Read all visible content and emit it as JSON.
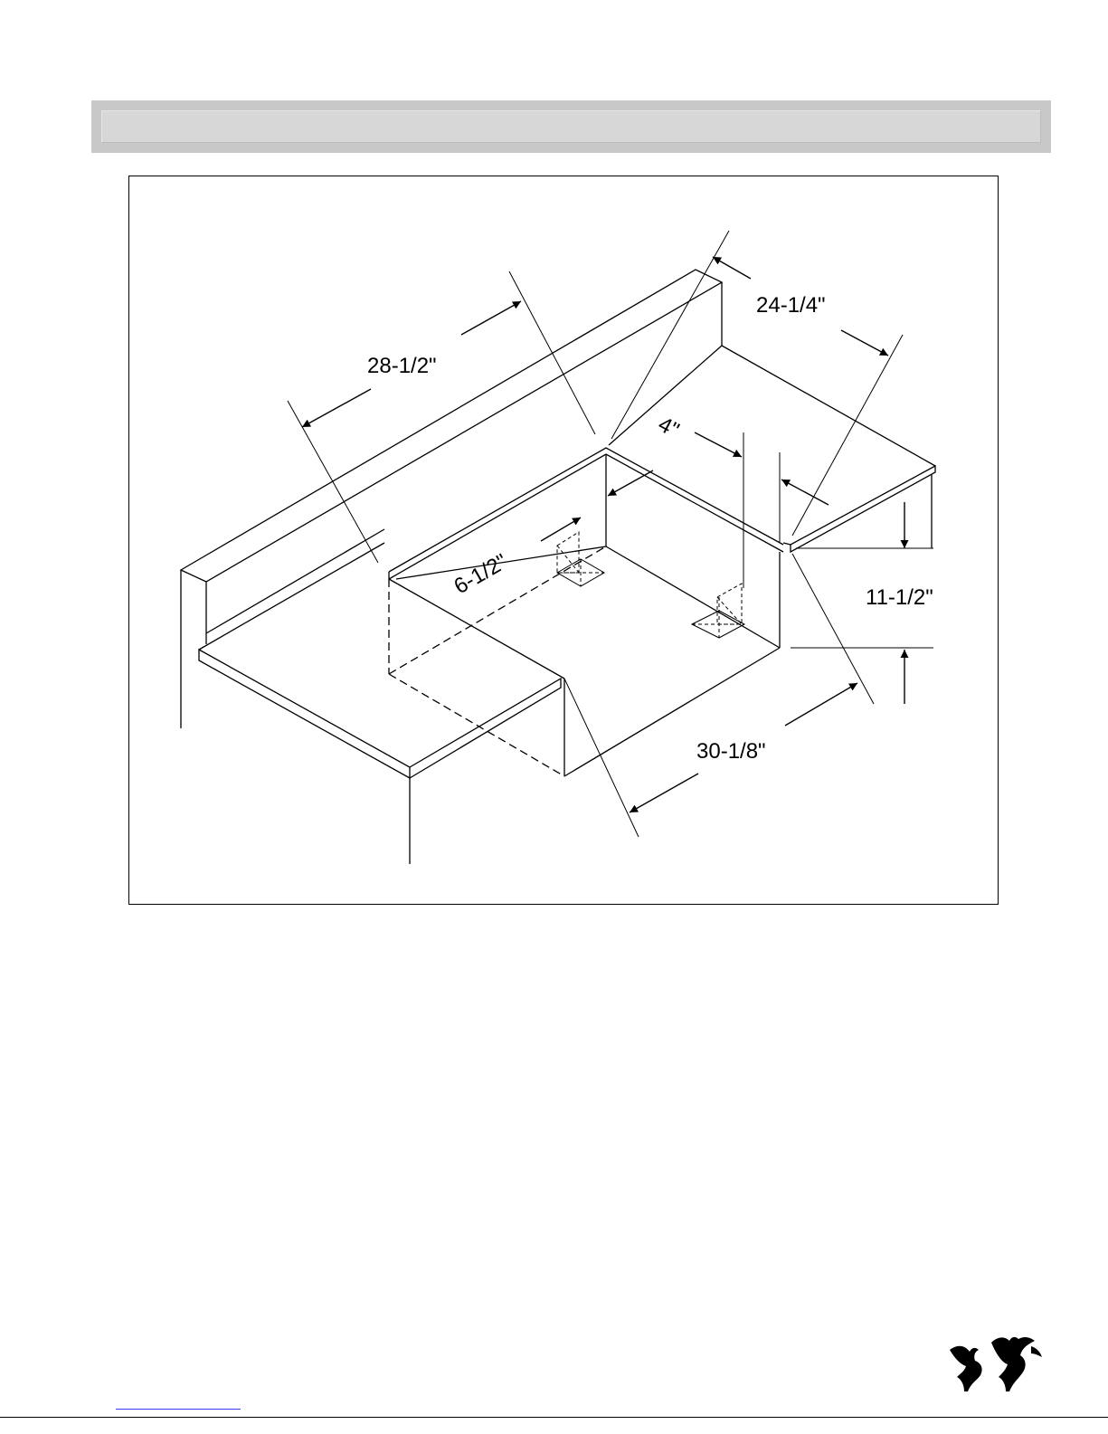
{
  "diagram": {
    "dimensions": {
      "width_back": "28-1/2\"",
      "depth_right": "24-1/4\"",
      "offset_top": "4\"",
      "inset_left": "6-1/2\"",
      "height_right": "11-1/2\"",
      "width_front": "30-1/8\""
    }
  },
  "colors": {
    "title_bar": "#c8c8c8",
    "line": "#000000",
    "footer_link": "#3a3aff"
  },
  "logo": {
    "icon": "eagles-logo-icon"
  }
}
